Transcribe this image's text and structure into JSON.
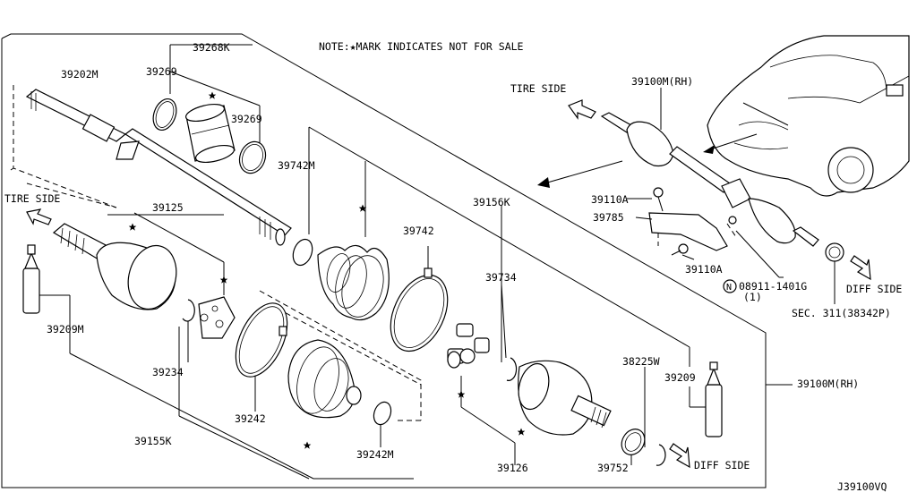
{
  "note": "NOTE:★MARK INDICATES NOT FOR SALE",
  "diagram_code": "J39100VQ",
  "directions": {
    "tire_side": "TIRE SIDE",
    "diff_side": "DIFF SIDE"
  },
  "labels": {
    "p39202M": "39202M",
    "p39269a": "39269",
    "p39268K": "39268K",
    "p39269b": "39269",
    "p39742M": "39742M",
    "p39742": "39742",
    "p39156K": "39156K",
    "p39125": "39125",
    "p39734": "39734",
    "p39209M": "39209M",
    "p39234": "39234",
    "p38225W": "38225W",
    "p39209": "39209",
    "p39100M_rh_main": "39100M(RH)",
    "p39242": "39242",
    "p39155K": "39155K",
    "p39242M": "39242M",
    "p39126": "39126",
    "p39752": "39752",
    "p39100M_rh_car": "39100M(RH)",
    "p39110A_a": "39110A",
    "p39785": "39785",
    "p39110A_b": "39110A",
    "p08911": "08911-1401G",
    "p08911_qty": "(1)",
    "bolt_symbol": "N",
    "sec311": "SEC. 311(38342P)"
  },
  "icons": [
    "star-mark-icon",
    "direction-arrow-icon",
    "circled-n-icon"
  ]
}
